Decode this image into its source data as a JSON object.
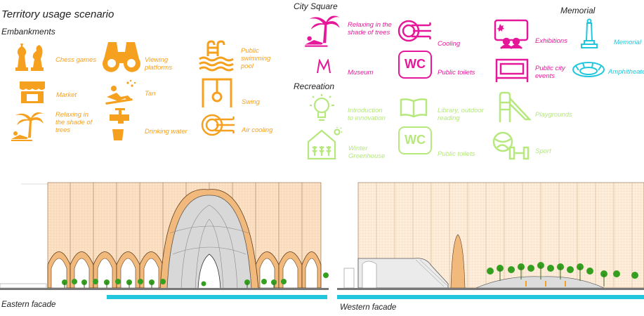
{
  "header": {
    "title": "Territory usage scenario",
    "embankments": "Embankments",
    "city_square": "City Square",
    "memorial": "Memorial",
    "recreation": "Recreation"
  },
  "colors": {
    "orange": "#f5a01e",
    "pink": "#e6189a",
    "green": "#b6e87e",
    "cyan": "#22c7dd"
  },
  "embankments": [
    {
      "icon": "chess-icon",
      "label": "Chess games"
    },
    {
      "icon": "binoculars-icon",
      "label": "Viewing platforms"
    },
    {
      "icon": "pool-ladder-icon",
      "label": "Public swimming pool"
    },
    {
      "icon": "market-stall-icon",
      "label": "Market"
    },
    {
      "icon": "sunbather-icon",
      "label": "Tan"
    },
    {
      "icon": "swing-icon",
      "label": "Swing"
    },
    {
      "icon": "palm-shade-icon",
      "label": "Relaxing in the shade of trees"
    },
    {
      "icon": "drinking-tap-icon",
      "label": "Drinking water"
    },
    {
      "icon": "air-cooling-icon",
      "label": "Air cooling"
    }
  ],
  "city_square": [
    {
      "icon": "palm-shade-icon",
      "label": "Relaxing in the shade of trees"
    },
    {
      "icon": "cooling-icon",
      "label": "Cooling"
    },
    {
      "icon": "exhibition-icon",
      "label": "Exhibitions"
    },
    {
      "icon": "museum-icon",
      "label": "Museum"
    },
    {
      "icon": "wc-icon",
      "label": "Public toilets",
      "wc": "WC"
    },
    {
      "icon": "stage-icon",
      "label": "Public city events"
    }
  ],
  "memorial": [
    {
      "icon": "monument-icon",
      "label": "Memorial"
    },
    {
      "icon": "amphitheater-icon",
      "label": "Amphitheater"
    }
  ],
  "recreation": [
    {
      "icon": "lightbulb-icon",
      "label": "Introduction to innovation"
    },
    {
      "icon": "book-icon",
      "label": "Library, outdoor reading"
    },
    {
      "icon": "slide-icon",
      "label": "Playgrounds"
    },
    {
      "icon": "greenhouse-icon",
      "label": "Winter Greenhouse"
    },
    {
      "icon": "wc-icon",
      "label": "Public toilets",
      "wc": "WC"
    },
    {
      "icon": "sport-icon",
      "label": "Sport"
    }
  ],
  "facades": {
    "eastern": "Eastern facade",
    "western": "Western facade"
  }
}
